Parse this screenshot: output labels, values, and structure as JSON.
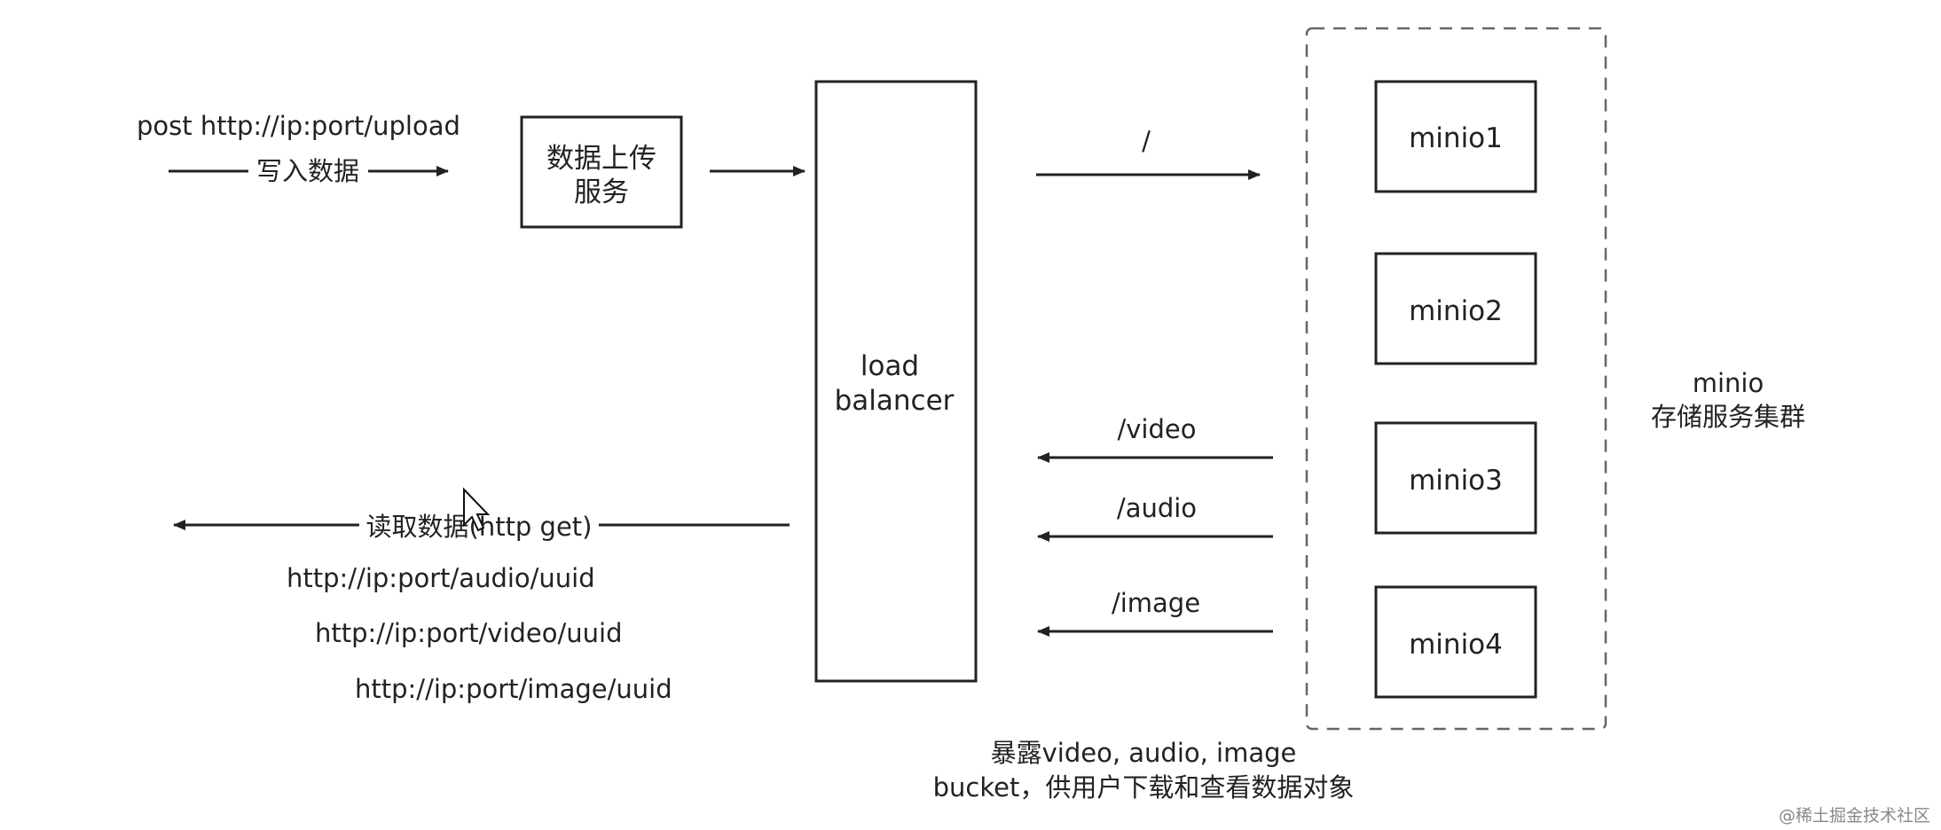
{
  "upload": {
    "request": "post http://ip:port/upload",
    "arrow_label": "写入数据"
  },
  "upload_service": {
    "line1": "数据上传",
    "line2": "服务"
  },
  "load_balancer": {
    "line1": "load",
    "line2": "balancer"
  },
  "route_root": "/",
  "routes": [
    {
      "path": "/video"
    },
    {
      "path": "/audio"
    },
    {
      "path": "/image"
    }
  ],
  "minio_nodes": [
    {
      "label": "minio1"
    },
    {
      "label": "minio2"
    },
    {
      "label": "minio3"
    },
    {
      "label": "minio4"
    }
  ],
  "cluster": {
    "line1": "minio",
    "line2": "存储服务集群"
  },
  "read": {
    "arrow_label": "读取数据(http get)",
    "urls": [
      "http://ip:port/audio/uuid",
      "http://ip:port/video/uuid",
      "http://ip:port/image/uuid"
    ]
  },
  "note": {
    "line1": "暴露video, audio, image",
    "line2": "bucket，供用户下载和查看数据对象"
  },
  "watermark": "@稀土掘金技术社区",
  "colors": {
    "stroke": "#222222",
    "dashed": "#666666",
    "watermark": "#888888"
  }
}
